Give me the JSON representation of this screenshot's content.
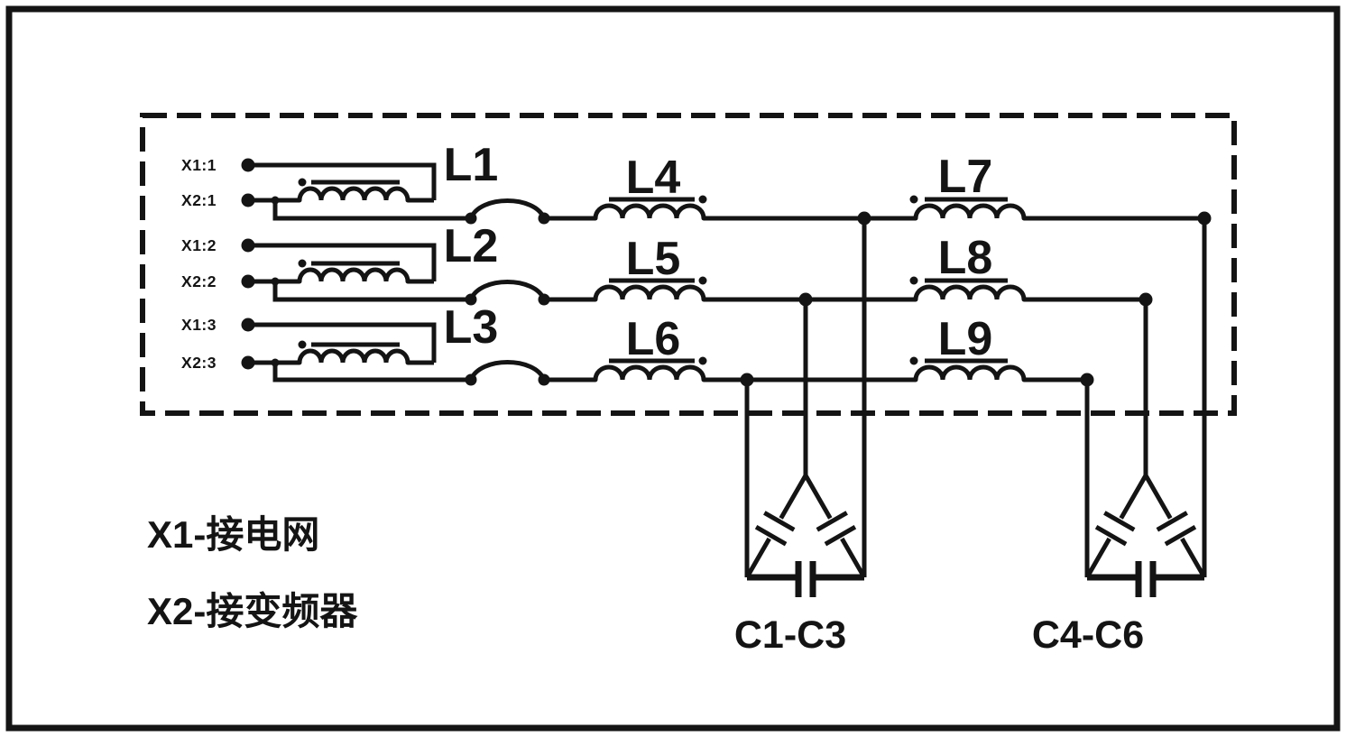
{
  "figure": {
    "type": "circuit-schematic",
    "background_color": "#ffffff",
    "line_color": "#141414",
    "terminal_labels": [
      "X1:1",
      "X2:1",
      "X1:2",
      "X2:2",
      "X1:3",
      "X2:3"
    ],
    "inductor_labels": [
      "L1",
      "L2",
      "L3",
      "L4",
      "L5",
      "L6",
      "L7",
      "L8",
      "L9"
    ],
    "capacitor_bank_labels": [
      "C1-C3",
      "C4-C6"
    ],
    "legend": [
      "X1-接电网",
      "X2-接变频器"
    ]
  }
}
